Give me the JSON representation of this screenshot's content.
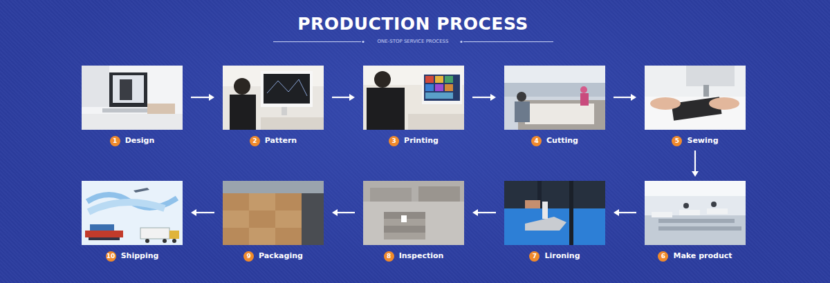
{
  "diagram": {
    "title": "PRODUCTION PROCESS",
    "nodes": [
      {
        "text": [
          "1",
          "Design"
        ]
      },
      {
        "text": [
          "2",
          "Pattern"
        ]
      },
      {
        "text": [
          "3",
          "Printing"
        ]
      },
      {
        "text": [
          "4",
          "Cutting"
        ]
      },
      {
        "text": [
          "5",
          "Sewing"
        ]
      },
      {
        "text": [
          "6",
          "Make product"
        ]
      },
      {
        "text": [
          "7",
          "Lironing"
        ]
      },
      {
        "text": [
          "8",
          "Inspection"
        ]
      },
      {
        "text": [
          "9",
          "Packaging"
        ]
      },
      {
        "text": [
          "10",
          "Shipping"
        ]
      }
    ],
    "edges": [
      {
        "from": 0,
        "to": 1,
        "arrow": "to"
      },
      {
        "from": 1,
        "to": 2,
        "arrow": "to"
      },
      {
        "from": 2,
        "to": 3,
        "arrow": "to"
      },
      {
        "from": 3,
        "to": 4,
        "arrow": "to"
      },
      {
        "from": 4,
        "to": 5,
        "arrow": "to"
      },
      {
        "from": 5,
        "to": 6,
        "arrow": "to"
      },
      {
        "from": 6,
        "to": 7,
        "arrow": "to"
      },
      {
        "from": 7,
        "to": 8,
        "arrow": "to"
      },
      {
        "from": 8,
        "to": 9,
        "arrow": "to"
      }
    ],
    "labels": [
      "ONE-STOP SERVICE PROCESS"
    ]
  }
}
